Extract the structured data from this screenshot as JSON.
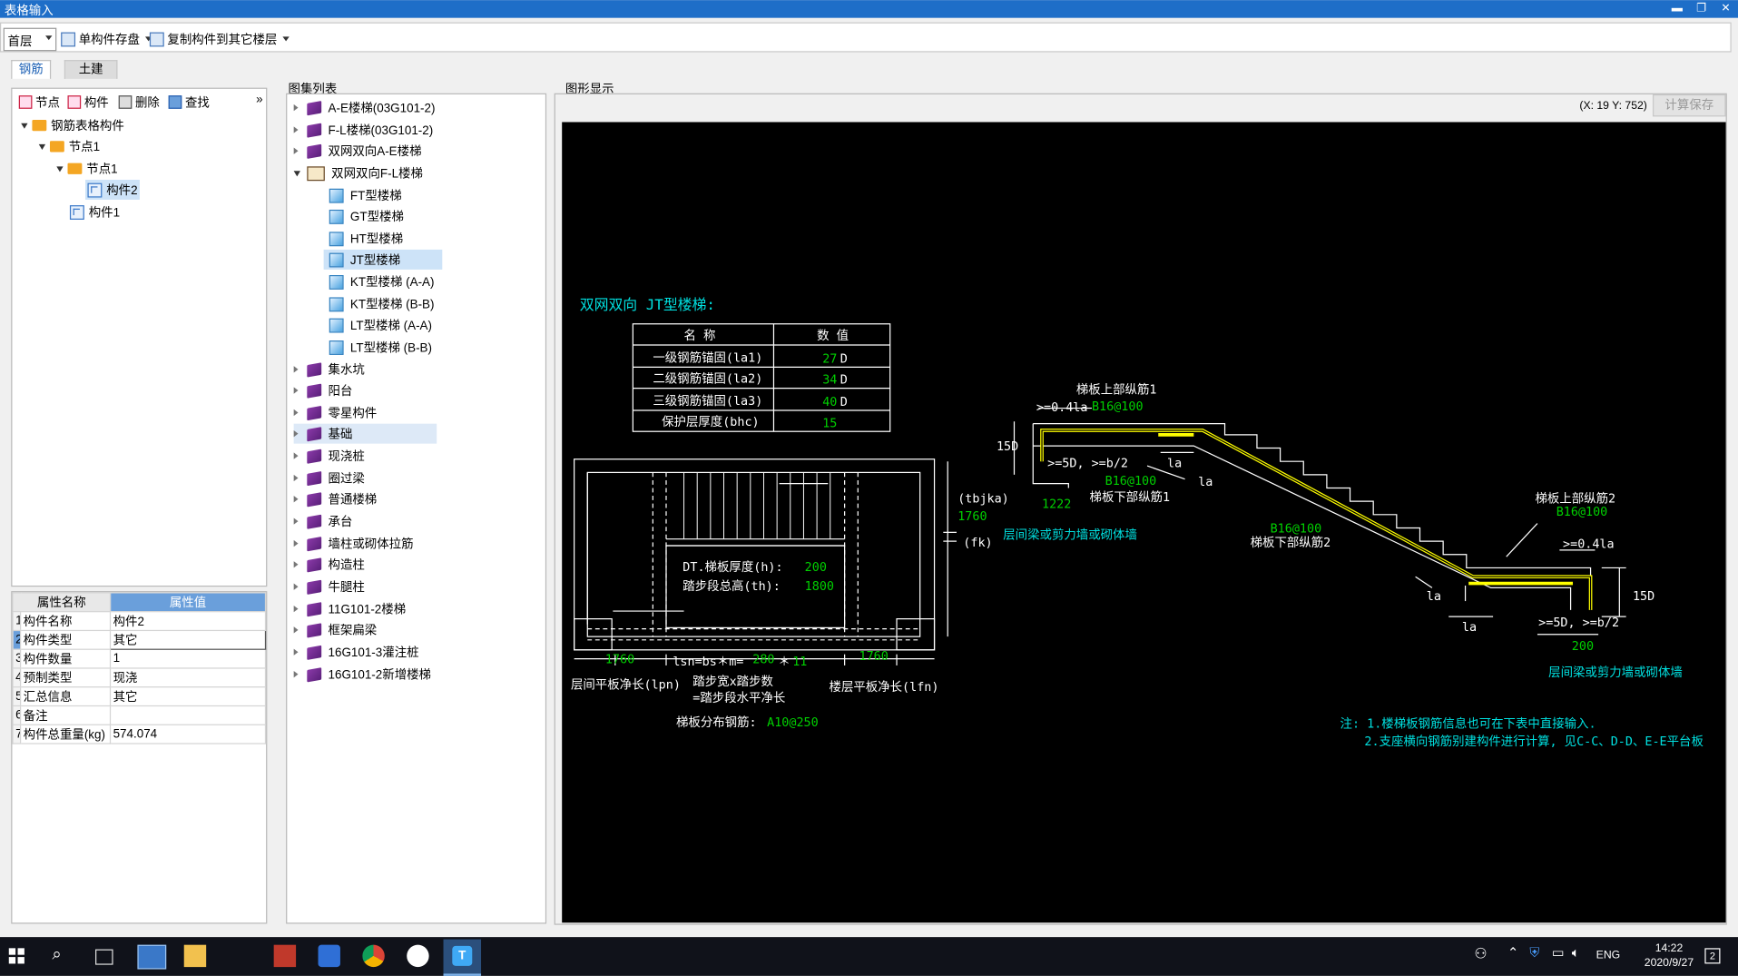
{
  "window": {
    "title": "表格输入"
  },
  "toolbar": {
    "floor": "首层",
    "save_single": "单构件存盘",
    "copy_to_floor": "复制构件到其它楼层"
  },
  "tabs": [
    "钢筋",
    "土建"
  ],
  "left_tools": [
    "节点",
    "构件",
    "删除",
    "查找"
  ],
  "tree": {
    "root": "钢筋表格构件",
    "node1": "节点1",
    "node1_child": "节点1",
    "comp2": "构件2",
    "comp1": "构件1"
  },
  "props": {
    "header_name": "属性名称",
    "header_value": "属性值",
    "rows": [
      {
        "no": "1",
        "name": "构件名称",
        "value": "构件2"
      },
      {
        "no": "2",
        "name": "构件类型",
        "value": "其它"
      },
      {
        "no": "3",
        "name": "构件数量",
        "value": "1"
      },
      {
        "no": "4",
        "name": "预制类型",
        "value": "现浇"
      },
      {
        "no": "5",
        "name": "汇总信息",
        "value": "其它"
      },
      {
        "no": "6",
        "name": "备注",
        "value": ""
      },
      {
        "no": "7",
        "name": "构件总重量(kg)",
        "value": "574.074"
      }
    ]
  },
  "atlas": {
    "label": "图集列表",
    "items": [
      "A-E楼梯(03G101-2)",
      "F-L楼梯(03G101-2)",
      "双网双向A-E楼梯",
      "双网双向F-L楼梯",
      "FT型楼梯",
      "GT型楼梯",
      "HT型楼梯",
      "JT型楼梯",
      "KT型楼梯 (A-A)",
      "KT型楼梯 (B-B)",
      "LT型楼梯 (A-A)",
      "LT型楼梯 (B-B)",
      "集水坑",
      "阳台",
      "零星构件",
      "基础",
      "现浇桩",
      "圈过梁",
      "普通楼梯",
      "承台",
      "墙柱或砌体拉筋",
      "构造柱",
      "牛腿柱",
      "11G101-2楼梯",
      "框架扁梁",
      "16G101-3灌注桩",
      "16G101-2新增楼梯"
    ]
  },
  "drawing": {
    "label": "图形显示",
    "coord": "(X: 19 Y: 752)",
    "calc_save": "计算保存",
    "title": "双网双向 JT型楼梯:",
    "table_h1": "名  称",
    "table_h2": "数  值",
    "rows": [
      {
        "name": "一级钢筋锚固(la1)",
        "value": "27",
        "unit": "D"
      },
      {
        "name": "二级钢筋锚固(la2)",
        "value": "34",
        "unit": "D"
      },
      {
        "name": "三级钢筋锚固(la3)",
        "value": "40",
        "unit": "D"
      },
      {
        "name": "保护层厚度(bhc)",
        "value": "15",
        "unit": ""
      }
    ],
    "plate_thick_label": "DT.梯板厚度(h):",
    "plate_thick": "200",
    "step_height_label": "踏步段总高(th):",
    "step_height": "1800",
    "tbjka": "(tbjka)",
    "tbjka_val": "1760",
    "fk": "(fk)",
    "lpn_val": "1760",
    "lsn_label": "lsn=bs＊m=",
    "bs": "280",
    "star": "＊",
    "m": "11",
    "lfn_val": "1760",
    "lpn_label": "层间平板净长(lpn)",
    "step_label1": "踏步宽x踏步数",
    "step_label2": "=踏步段水平净长",
    "lfn_label": "楼层平板净长(lfn)",
    "dist_label": "梯板分布钢筋:",
    "dist_val": "A10@250",
    "top1_label": "梯板上部纵筋1",
    "top1_val": "B16@100",
    "ge04la": ">=0.4la",
    "d15": "15D",
    "ge5d": ">=5D, >=b/2",
    "la": "la",
    "bot1_val": "B16@100",
    "bot1_label": "梯板下部纵筋1",
    "v1222": "1222",
    "wall1": "层间梁或剪力墙或砌体墙",
    "bot2_val": "B16@100",
    "bot2_label": "梯板下部纵筋2",
    "top2_label": "梯板上部纵筋2",
    "top2_val": "B16@100",
    "v200": "200",
    "wall2": "层间梁或剪力墙或砌体墙",
    "note1": "注: 1.楼梯板钢筋信息也可在下表中直接输入.",
    "note2": "2.支座横向钢筋别建构件进行计算, 见C-C、D-D、E-E平台板"
  },
  "taskbar": {
    "lang": "ENG",
    "time": "14:22",
    "date": "2020/9/27",
    "notif": "2"
  },
  "colors": {
    "title_bar": "#1e6ec8",
    "canvas": "#000000",
    "rebar": "#ffff00",
    "green_text": "#00d000",
    "cyan_text": "#00e0e0"
  }
}
